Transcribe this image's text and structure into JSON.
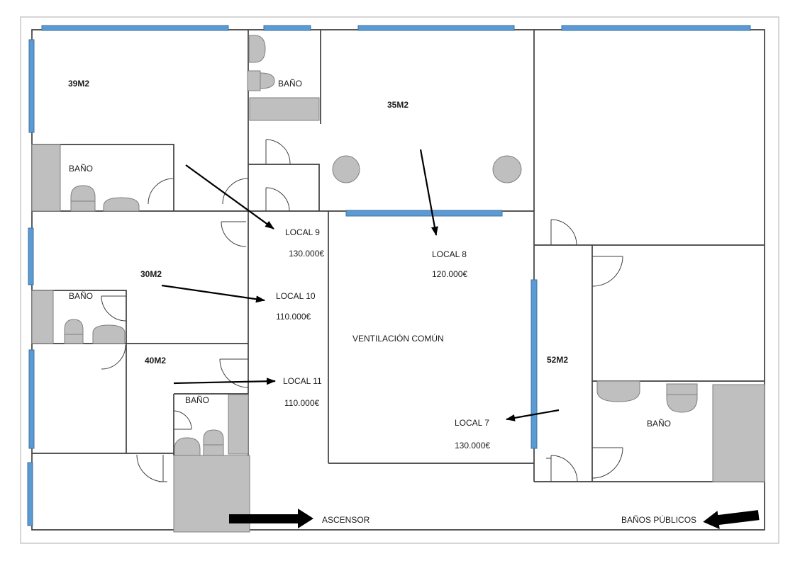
{
  "rooms": {
    "room_39": {
      "area": "39M2"
    },
    "room_35": {
      "area": "35M2"
    },
    "room_30": {
      "area": "30M2"
    },
    "room_40": {
      "area": "40M2"
    },
    "room_52": {
      "area": "52M2"
    }
  },
  "labels": {
    "bathroom": "BAÑO",
    "ventilation": "VENTILACIÓN COMÚN",
    "elevator": "ASCENSOR",
    "public_bathrooms": "BAÑOS PÚBLICOS"
  },
  "locals": [
    {
      "name": "LOCAL 9",
      "price": "130.000€"
    },
    {
      "name": "LOCAL 10",
      "price": "110.000€"
    },
    {
      "name": "LOCAL 11",
      "price": "110.000€"
    },
    {
      "name": "LOCAL 8",
      "price": "120.000€"
    },
    {
      "name": "LOCAL 7",
      "price": "130.000€"
    }
  ],
  "colors": {
    "window_fill": "#5B9BD5",
    "window_border": "#41719C",
    "fixture_fill": "#BFBFBF",
    "fixture_border": "#7F7F7F",
    "wall": "#3F3F3F",
    "arrow": "#000000",
    "frame": "#C9C9C9"
  }
}
